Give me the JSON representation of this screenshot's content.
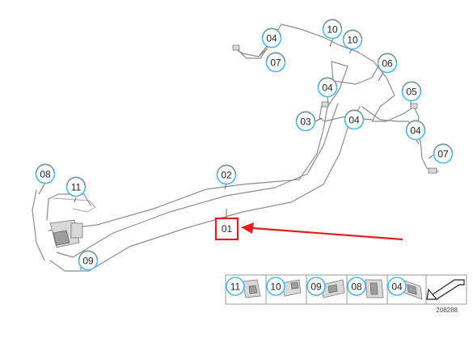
{
  "diagram": {
    "highlighted_label": "01",
    "callouts": [
      {
        "id": "c-04-a",
        "label": "04"
      },
      {
        "id": "c-07-a",
        "label": "07"
      },
      {
        "id": "c-10-a",
        "label": "10"
      },
      {
        "id": "c-10-b",
        "label": "10"
      },
      {
        "id": "c-06",
        "label": "06"
      },
      {
        "id": "c-04-b",
        "label": "04"
      },
      {
        "id": "c-05",
        "label": "05"
      },
      {
        "id": "c-03",
        "label": "03"
      },
      {
        "id": "c-04-c",
        "label": "04"
      },
      {
        "id": "c-04-d",
        "label": "04"
      },
      {
        "id": "c-07-b",
        "label": "07"
      },
      {
        "id": "c-08",
        "label": "08"
      },
      {
        "id": "c-11",
        "label": "11"
      },
      {
        "id": "c-02",
        "label": "02"
      },
      {
        "id": "c-09",
        "label": "09"
      }
    ],
    "legend": [
      {
        "label": "11"
      },
      {
        "label": "10"
      },
      {
        "label": "09"
      },
      {
        "label": "08"
      },
      {
        "label": "04"
      }
    ],
    "image_number": "208288",
    "colors": {
      "callout_ring": "#4fb6ea",
      "highlight_box": "#e0201c",
      "arrow": "#e0201c",
      "pipe": "#8c8c8c"
    }
  }
}
